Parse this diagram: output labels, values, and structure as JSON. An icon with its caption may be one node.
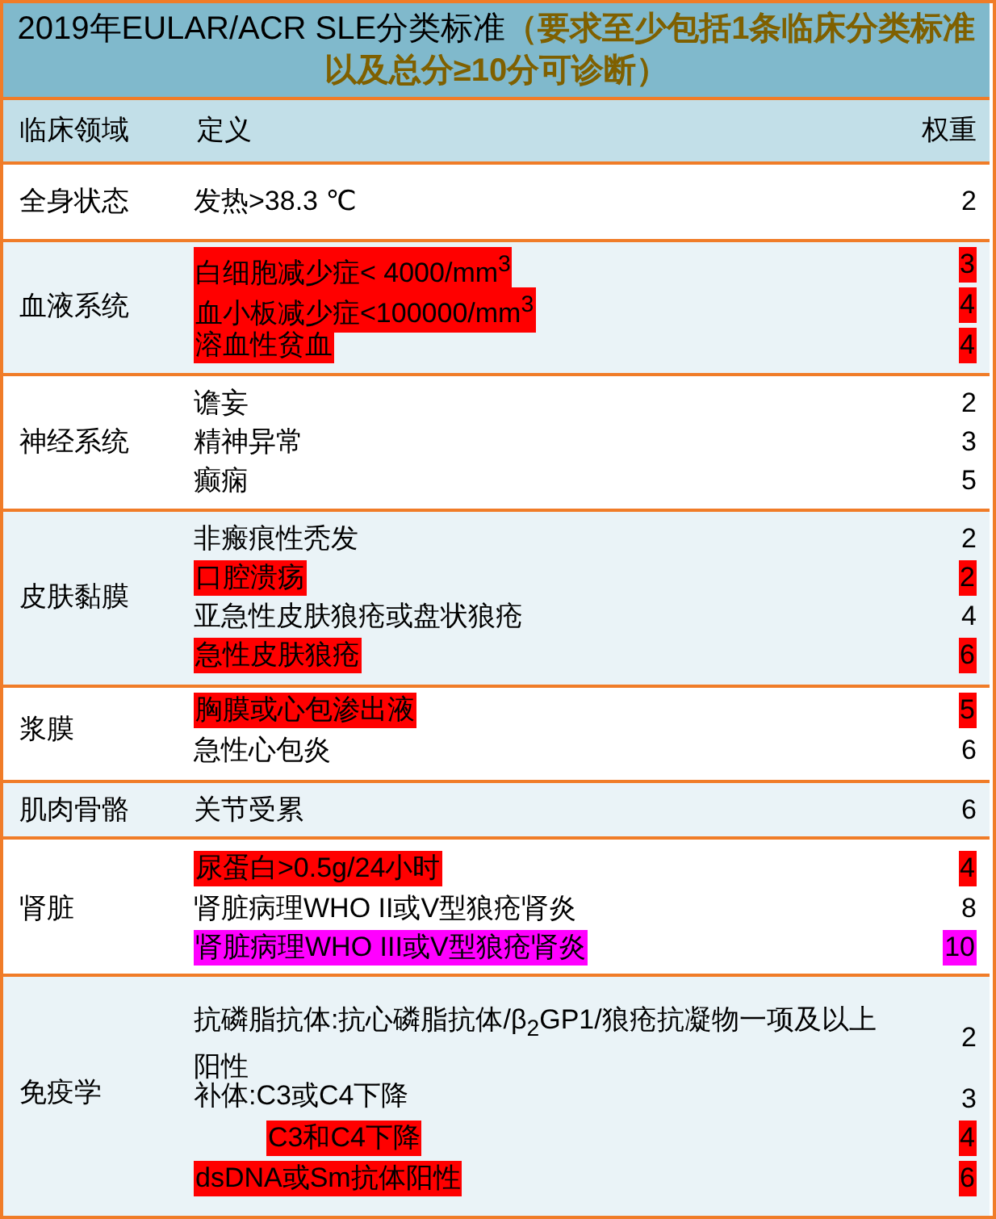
{
  "diagram": {
    "title": "2019年EULAR/ACR  SLE分类标准",
    "labels": [
      "（要求至少包括1条临床分类标准以及总分≥10分可诊断）",
      "临床领域",
      "定义",
      "权重",
      "全身状态",
      "发热>38.3 ℃",
      "2",
      "血液系统",
      "白细胞减少症< 4000/mm$^{3}$",
      "3",
      "血小板减少症<100000/mm$^{3}$",
      "4",
      "溶血性贫血",
      "4",
      "神经系统",
      "谵妄",
      "2",
      "精神异常",
      "3",
      "癫痫",
      "5",
      "皮肤黏膜",
      "非瘢痕性秃发",
      "2",
      "口腔溃疡",
      "2",
      "亚急性皮肤狼疮或盘状狼疮",
      "4",
      "急性皮肤狼疮",
      "6",
      "浆膜",
      "胸膜或心包渗出液",
      "5",
      "急性心包炎",
      "6",
      "肌肉骨骼",
      "关节受累",
      "6",
      "肾脏",
      "尿蛋白>0.5g/24小时",
      "4",
      "肾脏病理WHO II或V型狼疮肾炎",
      "8",
      "肾脏病理WHO III或V型狼疮肾炎",
      "10",
      "免疫学",
      "抗磷脂抗体:抗心磷脂抗体/β$_{2}$GP1/狼疮抗凝物一项及以上阳性",
      "2",
      "补体:C3或C4下降",
      "3",
      "C3和C4下降",
      "4",
      "dsDNA或Sm抗体阳性",
      "6"
    ]
  }
}
